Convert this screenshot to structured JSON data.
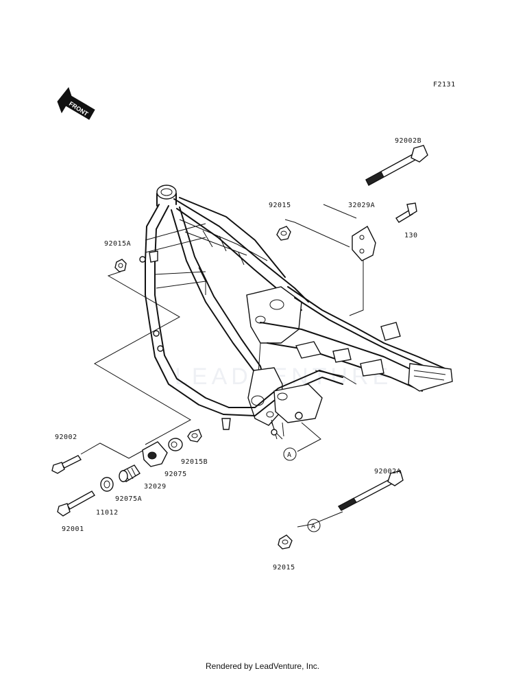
{
  "figure_code": "F2131",
  "front_label": "FRONT",
  "watermark": "LEADVENTURE",
  "footer": "Rendered by LeadVenture, Inc.",
  "parts": {
    "p92002B": "92002B",
    "p92015_top": "92015",
    "p32029A": "32029A",
    "p130": "130",
    "p92015A": "92015A",
    "p92002": "92002",
    "p92015B": "92015B",
    "p92075": "92075",
    "p32029": "32029",
    "p92075A": "92075A",
    "p11012": "11012",
    "p92001": "92001",
    "p92002A": "92002A",
    "p92015_bottom": "92015"
  },
  "reference_marks": [
    "A",
    "A"
  ]
}
